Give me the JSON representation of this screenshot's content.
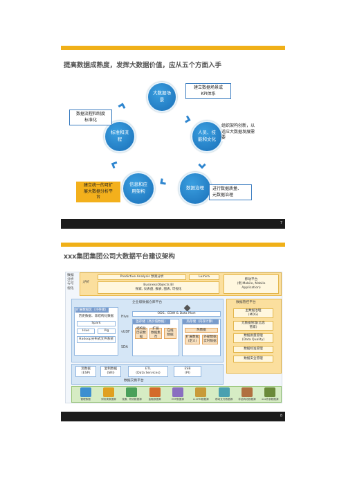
{
  "slide1": {
    "title": "提高数据成熟度，发挥大数据价值，应从五个方面入手",
    "nodes": {
      "top": "大数据场\n景",
      "left": "标准和流\n程",
      "right": "人员、技\n能和文化",
      "bottom_left": "信息和应\n用架构",
      "bottom_right": "数据治理"
    },
    "notes": {
      "top_right": "建立数据场景或\nKPI体系",
      "left": "数据流程和制度\n标准化",
      "right": "组织架构创新，以\n适应大数据发展需\n要",
      "bottom_left": "建立统一的可扩\n展大数据分析平\n台",
      "bottom_right": "进行数据质量、\n元数据治理"
    },
    "page_number": "7",
    "colors": {
      "accent": "#f0b018",
      "node": "#2480c8"
    }
  },
  "slide2": {
    "title": "xxx集团集团公司大数据平台建议架构",
    "layers": {
      "top_left": "数据\n分析\n与可\n视化",
      "analysis": "分析",
      "predictive": "Predictive Analysis 预测分析",
      "lumira": "Lumira",
      "bo": "BusinessObjects BI\n探索, 仪表盘, 报表, 图表, 可视化",
      "mobile_title": "移动平台",
      "mobile": "(例 Mobile, Mobile\nApplication)",
      "warehouse": "企业级数据仓库平台",
      "extended": "扩展数据区（冷存储）",
      "hist": "历史数据、非结构化数据",
      "spark": "Spark",
      "hive": "Hive",
      "pig": "Pig",
      "hadoop": "Hadoop分布式文件系统",
      "ods": "ODS、EDW & Data Mart",
      "warm": "温存储（高价值数据）",
      "hot": "热存储（内存计算）",
      "w1": "结构化\n历史数据",
      "w2": "扩展\n数据集市",
      "w3": "在线\n数据",
      "h1": "热数据",
      "h2": "扩展数据\n(定义)",
      "h3": "外部数据\n实时数据",
      "sda": "SDA",
      "vudf": "vUDF",
      "hive_small": "Hive",
      "esb_small": "ESB",
      "governance": "数据管控平台",
      "g1": "主数据治理\n(MDG)",
      "g2": "元数据管理(信息\n管家)",
      "g3": "数据质量管理\n(Data Quality)",
      "g4": "数据标准管理",
      "g5": "数据安全管理",
      "esp": "流数据\n(ESP)",
      "sri": "复制数据\n(SRI)",
      "etl": "ETL\n(Data Services)",
      "esb": "ESB\n(PI)",
      "exchange": "数据交换平台",
      "sources": [
        "管理数据",
        "财务类数据源",
        "流通、物流数据源",
        "金融数据源",
        "ERP数据源",
        "A-CRM数据源",
        "移动支付数据源",
        "非结构化数据源",
        "xxx外部数据源"
      ]
    },
    "page_number": "8",
    "colors": {
      "yellow": "#fbdf9e",
      "blue": "#d5e6f6",
      "green": "#d6ecc4",
      "orange": "#f9e1c0"
    }
  }
}
